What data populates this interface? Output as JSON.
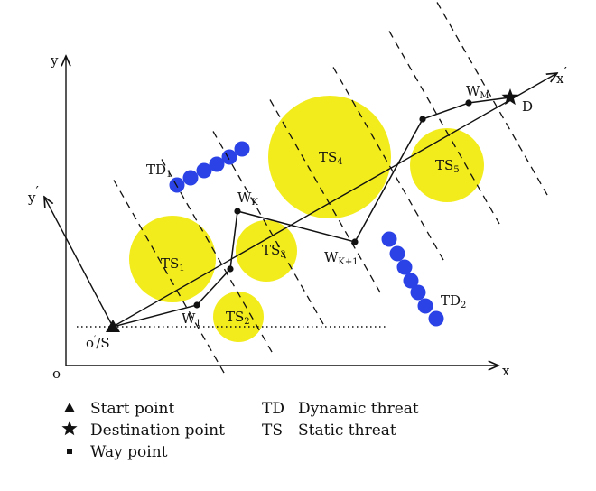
{
  "axes": {
    "x_label": "x",
    "y_label": "y",
    "origin_label": "o",
    "x_prime_label": "x",
    "y_prime_label": "y",
    "prime_mark": "′"
  },
  "start": {
    "label_main": "o",
    "label_rest": "/S"
  },
  "destination": {
    "label": "D"
  },
  "waypoints": {
    "w1": {
      "main": "W",
      "sub": "1"
    },
    "wk": {
      "main": "W",
      "sub": "K"
    },
    "wk1": {
      "main": "W",
      "sub": "K+1"
    },
    "wm": {
      "main": "W",
      "sub": "M"
    }
  },
  "static_threats": [
    {
      "main": "TS",
      "sub": "1"
    },
    {
      "main": "TS",
      "sub": "2"
    },
    {
      "main": "TS",
      "sub": "3"
    },
    {
      "main": "TS",
      "sub": "4"
    },
    {
      "main": "TS",
      "sub": "5"
    }
  ],
  "dynamic_threats": [
    {
      "main": "TD",
      "sub": "1"
    },
    {
      "main": "TD",
      "sub": "2"
    }
  ],
  "legend": {
    "start": "Start point",
    "destination": "Destination point",
    "waypoint": "Way point",
    "td_abbr": "TD",
    "td_text": "Dynamic threat",
    "ts_abbr": "TS",
    "ts_text": "Static threat"
  },
  "colors": {
    "static_threat_fill": "#f2ec1c",
    "dynamic_threat_fill": "#2b43e6",
    "line": "#111111"
  }
}
